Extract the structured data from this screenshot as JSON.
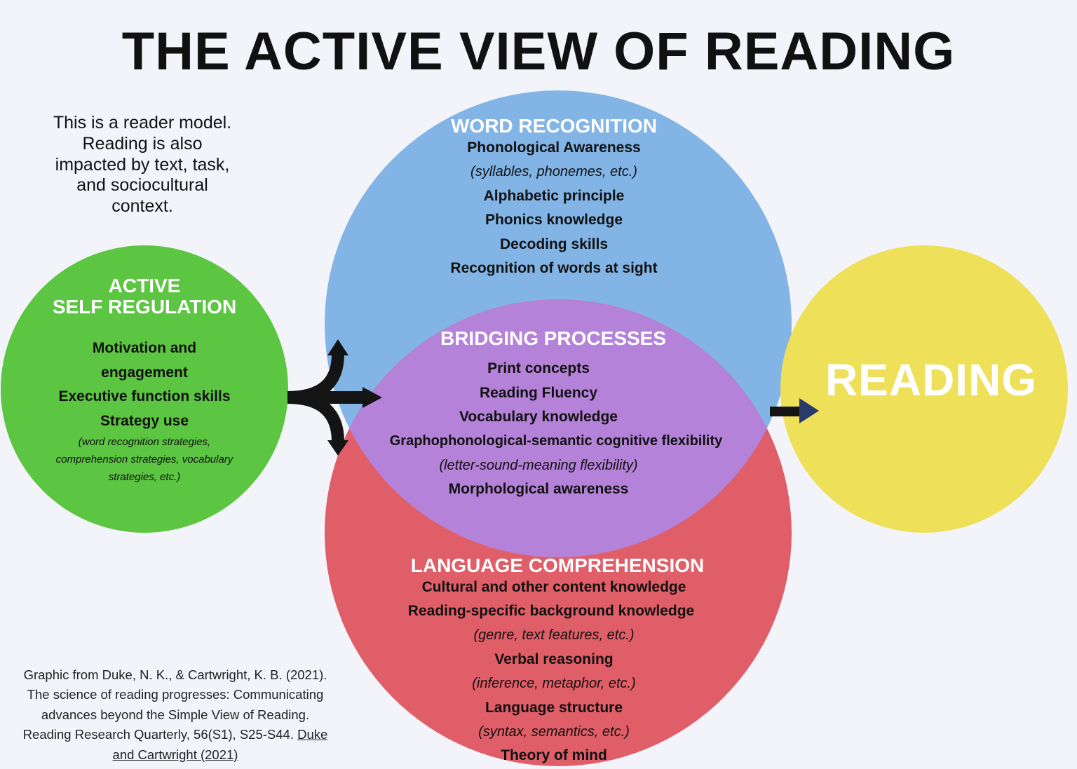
{
  "title": "THE ACTIVE VIEW OF READING",
  "colors": {
    "background": "#f3f4fa",
    "word_recognition": "#82b5e6",
    "language_comprehension": "#e05e68",
    "bridging_processes": "#b582d9",
    "active_self_regulation": "#5cc542",
    "reading": "#efe05a",
    "output_arrow": "#2a3a6a",
    "fork_arrow": "#141414"
  },
  "note": [
    "This is a reader model.",
    "Reading is also",
    "impacted by text, task,",
    "and sociocultural",
    "context."
  ],
  "self_regulation": {
    "title": [
      "ACTIVE",
      "SELF REGULATION"
    ],
    "items": [
      "Motivation and",
      "engagement",
      "Executive function skills",
      "Strategy use"
    ],
    "notes": [
      "(word recognition strategies,",
      "comprehension strategies, vocabulary",
      "strategies, etc.)"
    ]
  },
  "word_recognition": {
    "title": "WORD RECOGNITION",
    "items": [
      "Phonological Awareness",
      "(syllables, phonemes, etc.)",
      "Alphabetic principle",
      "Phonics knowledge",
      "Decoding skills",
      "Recognition of words at sight"
    ]
  },
  "bridging": {
    "title": "BRIDGING PROCESSES",
    "items": [
      "Print concepts",
      "Reading Fluency",
      "Vocabulary knowledge",
      "Graphophonological-semantic cognitive flexibility",
      "(letter-sound-meaning flexibility)",
      "Morphological awareness"
    ]
  },
  "language": {
    "title": "LANGUAGE COMPREHENSION",
    "items": [
      "Cultural and other content knowledge",
      "Reading-specific background knowledge",
      "(genre, text features, etc.)",
      "Verbal reasoning",
      "(inference, metaphor, etc.)",
      "Language structure",
      "(syntax, semantics, etc.)",
      "Theory of mind"
    ]
  },
  "reading": "READING",
  "citation": {
    "lines": [
      "Graphic from Duke, N. K., & Cartwright, K. B. (2021).",
      "The science of reading progresses: Communicating",
      "advances beyond the Simple View of Reading.",
      "Reading Research Quarterly, 56(S1), S25-S44."
    ],
    "link_part1": "Duke",
    "link_part2": "and Cartwright (2021)"
  }
}
